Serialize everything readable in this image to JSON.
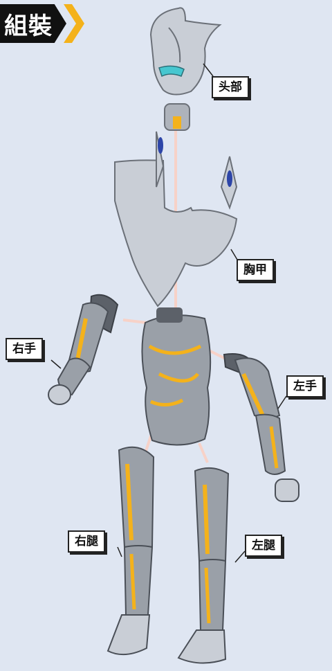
{
  "header": {
    "title": "組裝"
  },
  "labels": {
    "head": "头部",
    "chest": "胸甲",
    "right_arm": "右手",
    "left_arm": "左手",
    "right_leg": "右腿",
    "left_leg": "左腿"
  },
  "colors": {
    "background": "#dfe6f2",
    "armor": "#9aa0a8",
    "armor_light": "#c9ced6",
    "accent": "#f4b21b",
    "gem": "#2d45a8",
    "arrow": "#f6c9bd"
  }
}
